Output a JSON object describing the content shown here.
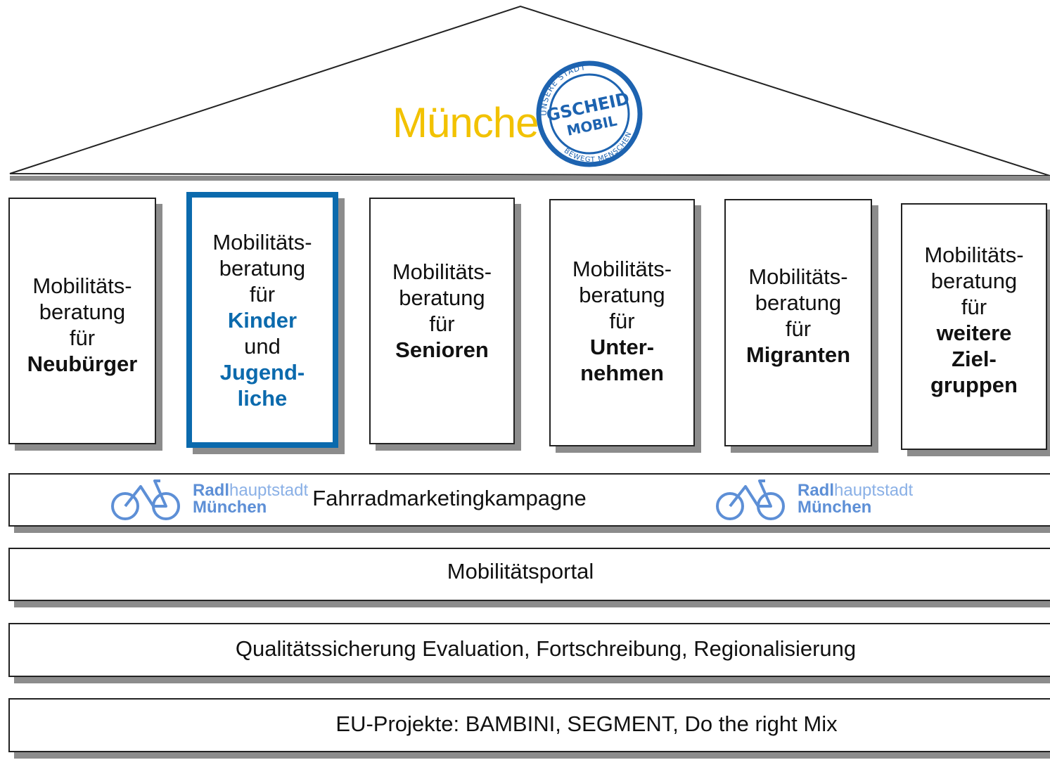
{
  "header": {
    "city_word": "München",
    "stamp": {
      "top_text": "UNSERE STADT",
      "center_line1": "GSCHEID",
      "center_line2": "MOBIL",
      "bottom_text": "BEWEGT MENSCHEN",
      "color": "#1d63b0"
    }
  },
  "colors": {
    "accent": "#0b6aad",
    "logo_yellow": "#f2c200",
    "radl_blue": "#5d8fd6"
  },
  "pillars": [
    {
      "line1": "Mobilitäts-",
      "line2": "beratung",
      "line3": "für",
      "target": [
        "Neubürger"
      ],
      "highlight": false
    },
    {
      "line1": "Mobilitäts-",
      "line2": "beratung",
      "line3": "für",
      "target": [
        "Kinder",
        "und",
        "Jugend-",
        "liche"
      ],
      "highlight": true
    },
    {
      "line1": "Mobilitäts-",
      "line2": "beratung",
      "line3": "für",
      "target": [
        "Senioren"
      ],
      "highlight": false
    },
    {
      "line1": "Mobilitäts-",
      "line2": "beratung",
      "line3": "für",
      "target": [
        "Unter-",
        "nehmen"
      ],
      "highlight": false
    },
    {
      "line1": "Mobilitäts-",
      "line2": "beratung",
      "line3": "für",
      "target": [
        "Migranten"
      ],
      "highlight": false
    },
    {
      "line1": "Mobilitäts-",
      "line2": "beratung",
      "line3": "für",
      "target": [
        "weitere",
        "Ziel-",
        "gruppen"
      ],
      "highlight": false
    }
  ],
  "radl_logo": {
    "bold": "Radl",
    "light": "hauptstadt",
    "line2": "München"
  },
  "bars": {
    "campaign": "Fahrradmarketingkampagne",
    "portal": "Mobilitätsportal",
    "quality": "Qualitätssicherung Evaluation, Fortschreibung, Regionalisierung",
    "eu": "EU-Projekte: BAMBINI, SEGMENT, Do the right Mix"
  }
}
